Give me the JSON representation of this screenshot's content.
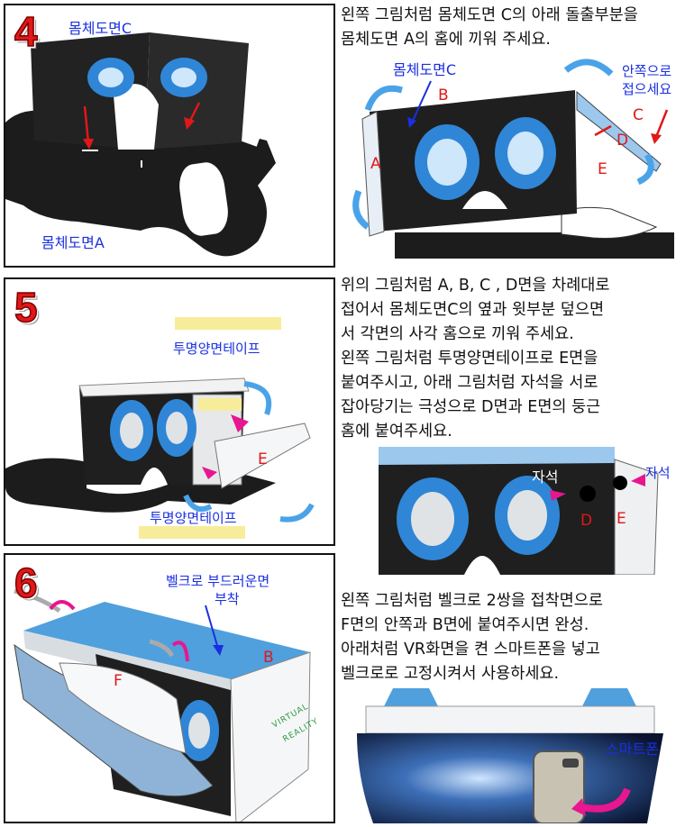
{
  "step4": {
    "number": "4",
    "label_body_c": "몸체도면C",
    "label_body_a": "몸체도면A",
    "desc_lines": [
      "왼쪽 그림처럼 몸체도면 C의 아래 돌출부분을",
      "몸체도면 A의 홈에 끼워 주세요."
    ],
    "right_label_body_c": "몸체도면C",
    "right_label_fold": [
      "안쪽으로",
      "접으세요"
    ],
    "letters": [
      "A",
      "B",
      "C",
      "D",
      "E"
    ]
  },
  "step5": {
    "number": "5",
    "label_tape_top": "투명양면테이프",
    "label_tape_bottom": "투명양면테이프",
    "letter_e": "E",
    "desc_lines": [
      "위의 그림처럼 A, B, C , D면을 차례대로",
      "접어서 몸체도면C의 옆과 윗부분 덮으면",
      "서 각면의 사각 홈으로 끼워 주세요.",
      "왼쪽 그림처럼 투명양면테이프로 E면을",
      "붙여주시고, 아래 그림처럼 자석을 서로",
      "잡아당기는 극성으로 D면과 E면의 둥근",
      "홈에 붙여주세요."
    ],
    "magnet_label_1": "자석",
    "magnet_label_2": "자석",
    "letter_d": "D",
    "letter_e2": "E"
  },
  "step6": {
    "number": "6",
    "label_velcro": [
      "벨크로 부드러운면",
      "부착"
    ],
    "letter_b": "B",
    "letter_f": "F",
    "desc_lines": [
      "왼쪽 그림처럼 벨크로 2쌍을 접착면으로",
      "F면의 안쪽과 B면에 붙여주시면 완성.",
      "아래처럼 VR화면을 켠 스마트폰을 넣고",
      "벨크로로 고정시켜서 사용하세요."
    ],
    "label_smartphone": "스마트폰",
    "box_text": [
      "VIRTUAL",
      "REALITY"
    ]
  },
  "colors": {
    "step_red": "#e01818",
    "label_blue": "#1a2fe0",
    "lens_blue": "#2f86d6",
    "board_black": "#1c1c1c",
    "tape_yellow": "#f7ec9a",
    "arrow_pink": "#e8168f"
  }
}
